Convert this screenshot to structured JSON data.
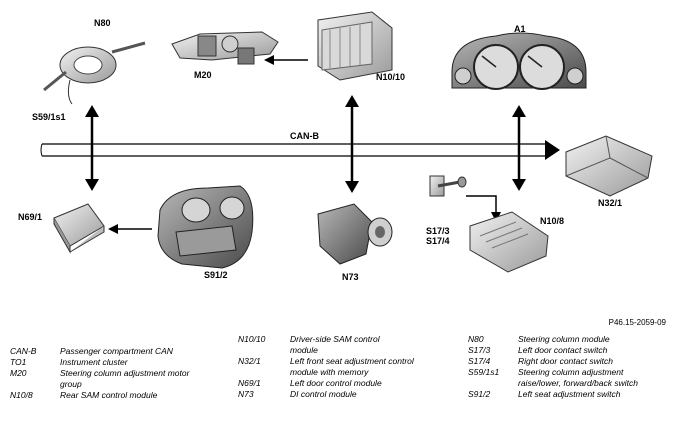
{
  "labels": {
    "n80": "N80",
    "s59": "S59/1s1",
    "m20": "M20",
    "n1010": "N10/10",
    "a1": "A1",
    "canb": "CAN-B",
    "n321": "N32/1",
    "n691": "N69/1",
    "s912": "S91/2",
    "n73": "N73",
    "s173": "S17/3",
    "s174": "S17/4",
    "n108": "N10/8"
  },
  "ref": "P46.15-2059-09",
  "legend": {
    "col1": [
      {
        "code": "CAN-B",
        "desc": "Passenger compartment CAN"
      },
      {
        "code": "TO1",
        "desc": "Instrument cluster"
      },
      {
        "code": "M20",
        "desc": "Steering column adjustment motor group"
      },
      {
        "code": "N10/8",
        "desc": "Rear SAM control module"
      }
    ],
    "col2": [
      {
        "code": "N10/10",
        "desc": "Driver-side SAM control module"
      },
      {
        "code": "N32/1",
        "desc": "Left front seat adjustment control module with memory"
      },
      {
        "code": "N69/1",
        "desc": "Left door control module"
      },
      {
        "code": "N73",
        "desc": "DI control module"
      }
    ],
    "col3": [
      {
        "code": "N80",
        "desc": "Steering column module"
      },
      {
        "code": "S17/3",
        "desc": "Left door contact switch"
      },
      {
        "code": "S17/4",
        "desc": "Right door contact switch"
      },
      {
        "code": "S59/1s1",
        "desc": "Steering column adjustment raise/lower, forward/back switch"
      },
      {
        "code": "S91/2",
        "desc": "Left seat adjustment switch"
      }
    ]
  }
}
